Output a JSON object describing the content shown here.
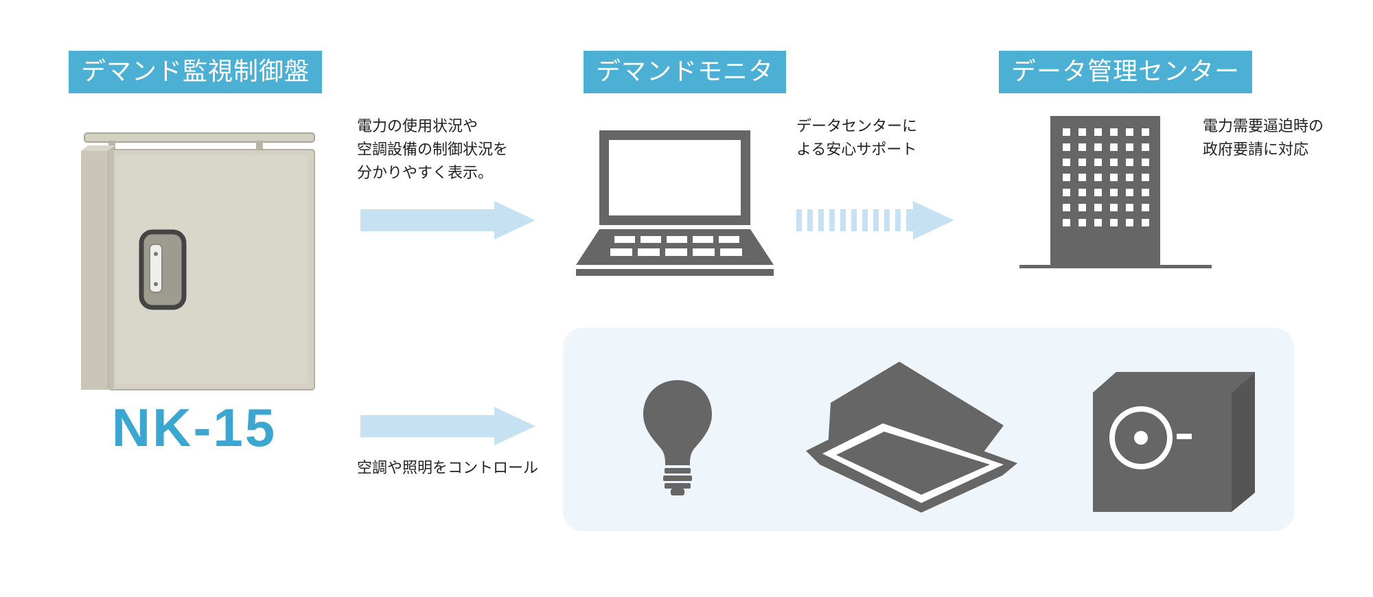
{
  "labels": {
    "controller": "デマンド監視制御盤",
    "monitor": "デマンドモニタ",
    "datacenter": "データ管理センター"
  },
  "descriptions": {
    "monitor_lines": [
      "電力の使用状況や",
      "空調設備の制御状況を",
      "分かりやすく表示。"
    ],
    "datacenter_lines": [
      "データセンターに",
      "よる安心サポート"
    ],
    "government_lines": [
      "電力需要逼迫時の",
      "政府要請に対応"
    ],
    "control_text": "空調や照明をコントロール"
  },
  "product": {
    "model": "NK-15"
  },
  "icons": [
    "control-cabinet-icon",
    "laptop-icon",
    "building-icon",
    "light-bulb-icon",
    "ceiling-air-conditioner-icon",
    "outdoor-ac-unit-icon",
    "arrow-right-icon",
    "dashed-arrow-right-icon"
  ],
  "colors": {
    "label_bg": "#4bb0d3",
    "model_text": "#3ba7d0",
    "arrow": "#c5e1f2",
    "icon_gray": "#666666",
    "panel_bg": "#eef5fb"
  }
}
